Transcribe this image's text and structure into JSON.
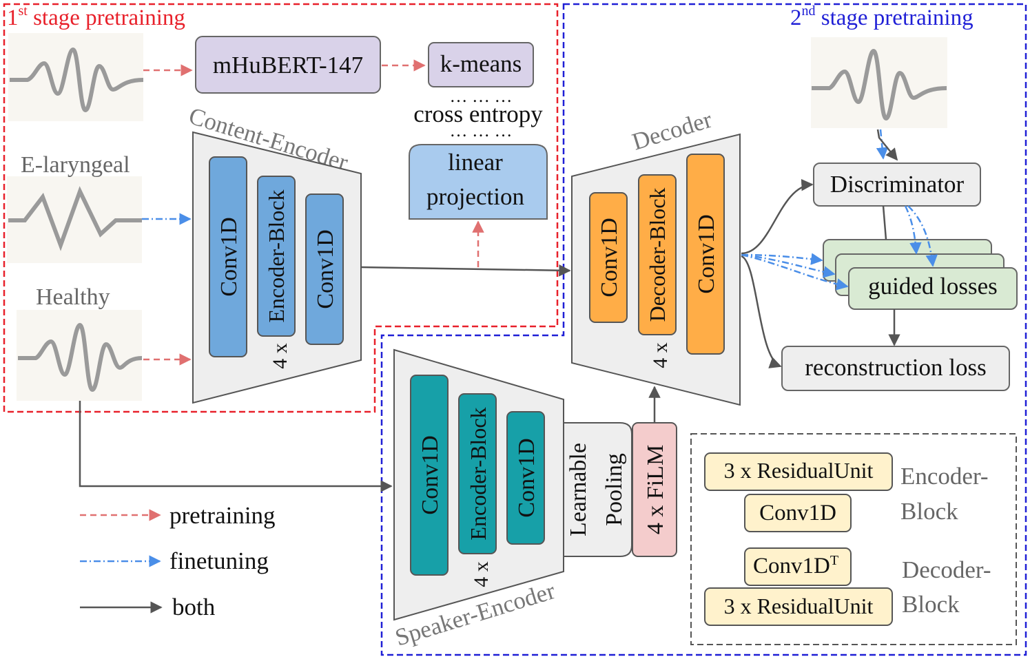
{
  "stage1": {
    "sup": "st",
    "num": "1",
    "label": " stage pretraining"
  },
  "stage2": {
    "sup": "nd",
    "num": "2",
    "label": " stage pretraining"
  },
  "mhubert": "mHuBERT-147",
  "kmeans": "k-means",
  "dots": "… … …",
  "cross_entropy": "cross entropy",
  "linear_projection": [
    "linear",
    "projection"
  ],
  "content_encoder": {
    "title": "Content-Encoder",
    "conv_a": "Conv1D",
    "block": "Encoder-Block",
    "conv_b": "Conv1D",
    "repeat": "4 x"
  },
  "inputs": {
    "elaryngeal": "E-laryngeal",
    "healthy": "Healthy"
  },
  "decoder": {
    "title": "Decoder",
    "conv_a": "Conv1D",
    "block": "Decoder-Block",
    "conv_b": "Conv1D",
    "repeat": "4 x"
  },
  "speaker_encoder": {
    "title": "Speaker-Encoder",
    "conv_a": "Conv1D",
    "block": "Encoder-Block",
    "conv_b": "Conv1D",
    "repeat": "4 x"
  },
  "pooling": [
    "Learnable",
    "Pooling"
  ],
  "film": "4 x FiLM",
  "discriminator": "Discriminator",
  "guided_losses": "guided losses",
  "reconstruction_loss": "reconstruction loss",
  "legend": {
    "pretraining": "pretraining",
    "finetuning": "finetuning",
    "both": "both"
  },
  "block_legend": {
    "residual": "3 x ResidualUnit",
    "conv": "Conv1D",
    "conv_t": "Conv1D",
    "conv_t_sup": "T",
    "encoder_block": [
      "Encoder-",
      "Block"
    ],
    "decoder_block": [
      "Decoder-",
      "Block"
    ]
  },
  "colors": {
    "stage1": "#e8202a",
    "stage2": "#1f1fd6",
    "pretrain": "#e07070",
    "finetune": "#4a8ee8",
    "both": "#555555",
    "enc_blue": "#6fa8dc",
    "teal": "#17a0a8",
    "orange": "#ffad47",
    "lavender": "#d9d2e9",
    "light_blue": "#a9cbee",
    "pink": "#f4cccc",
    "yellow": "#fff2cc",
    "green": "#d9ead3",
    "gray_box": "#eeeeee"
  }
}
